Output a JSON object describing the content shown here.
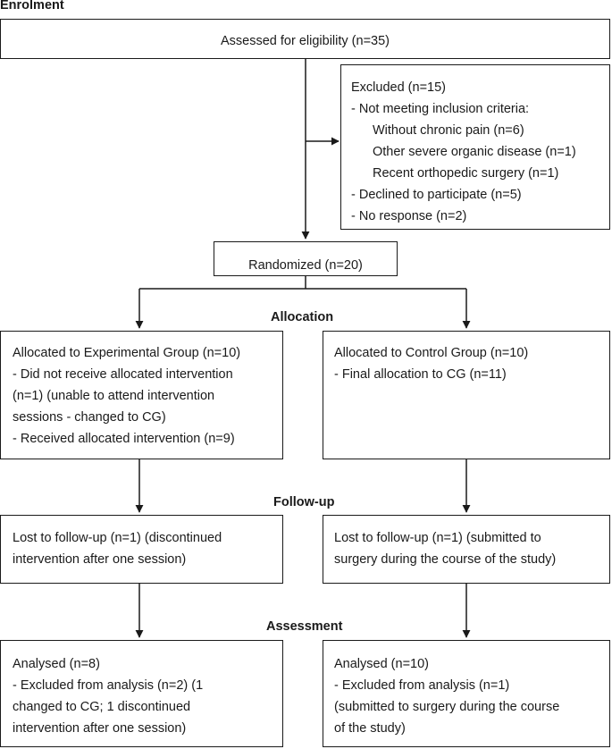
{
  "sections": {
    "enrolment": "Enrolment",
    "allocation": "Allocation",
    "follow_up": "Follow-up",
    "assessment": "Assessment"
  },
  "boxes": {
    "eligibility": "Assessed for eligibility (n=35)",
    "excluded": {
      "title": "Excluded (n=15)",
      "criteria_header": "- Not meeting inclusion criteria:",
      "criteria": [
        "Without chronic pain (n=6)",
        "Other severe organic disease (n=1)",
        "Recent orthopedic surgery (n=1)"
      ],
      "declined": "- Declined to participate (n=5)",
      "no_response": "- No response (n=2)"
    },
    "randomized": "Randomized (n=20)",
    "allocated_experimental": [
      "Allocated to Experimental Group (n=10)",
      "- Did not receive allocated intervention",
      "(n=1) (unable to attend intervention",
      "sessions - changed to CG)",
      "- Received allocated intervention (n=9)"
    ],
    "allocated_control": [
      "Allocated to Control Group (n=10)",
      "- Final allocation to CG (n=11)"
    ],
    "followup_experimental": [
      "Lost to follow-up (n=1) (discontinued",
      "intervention after one session)"
    ],
    "followup_control": [
      "Lost to follow-up (n=1)  (submitted to",
      "surgery during the course of the study)"
    ],
    "analysed_experimental": [
      "Analysed (n=8)",
      "- Excluded from analysis (n=2) (1",
      "changed to CG; 1 discontinued",
      "intervention after one session)"
    ],
    "analysed_control": [
      "Analysed (n=10)",
      "- Excluded from analysis (n=1)",
      "(submitted to surgery during the course",
      "of the study)"
    ]
  }
}
